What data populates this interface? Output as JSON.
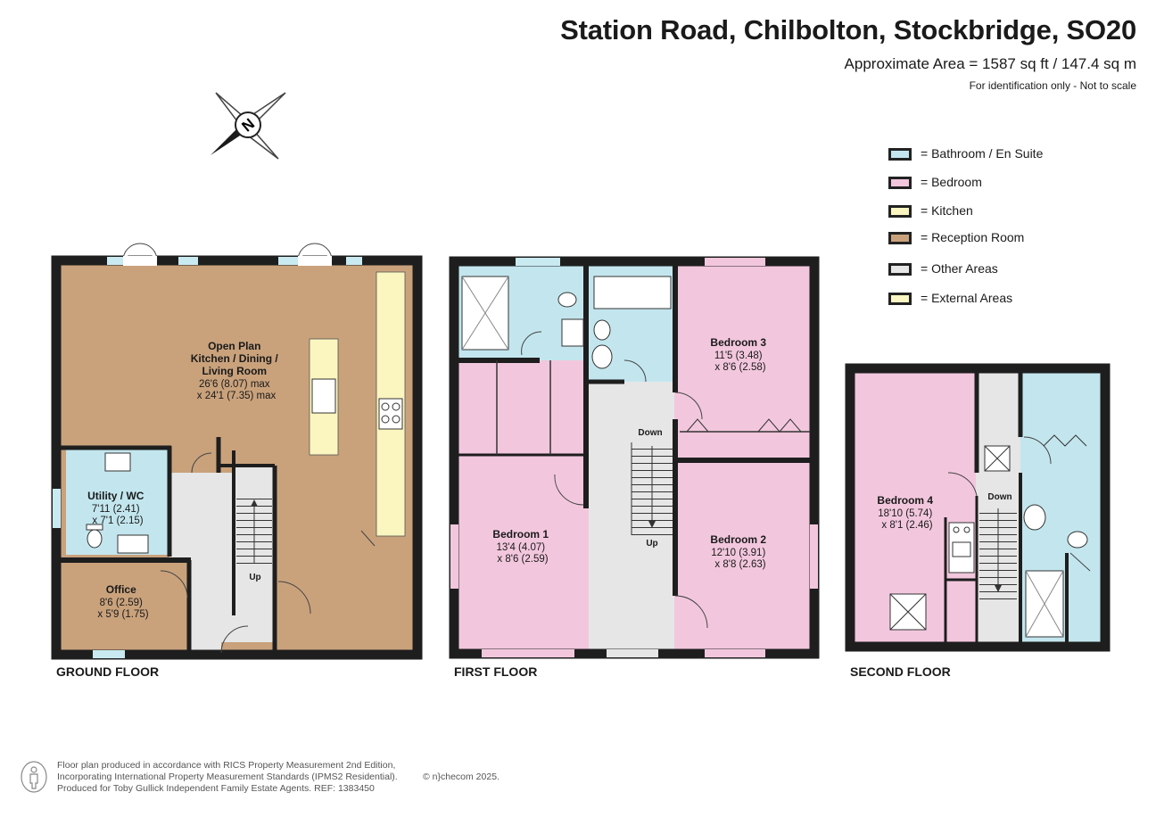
{
  "header": {
    "title": "Station Road, Chilbolton, Stockbridge, SO20",
    "area": "Approximate Area = 1587 sq ft / 147.4 sq m",
    "note": "For identification only - Not to scale"
  },
  "compass": {
    "label": "N"
  },
  "legend": [
    {
      "label": "= Bathroom / En Suite",
      "color": "#c3e6ee"
    },
    {
      "label": "= Bedroom",
      "color": "#f2c7dd"
    },
    {
      "label": "= Kitchen",
      "color": "#fbf6bf"
    },
    {
      "label": "= Reception Room",
      "color": "#c9a27c"
    },
    {
      "label": "= Other Areas",
      "color": "#e6e6e6"
    },
    {
      "label": "= External Areas",
      "color": "#fdf7c4"
    }
  ],
  "colors": {
    "wall": "#1e1e1e",
    "bathroom": "#c3e6ee",
    "bedroom": "#f2c7dd",
    "kitchen": "#fbf6bf",
    "reception": "#c9a27c",
    "other": "#e6e6e6",
    "window": "#c8eaf0"
  },
  "floors": {
    "ground": {
      "label": "GROUND FLOOR",
      "rooms": {
        "open_plan": {
          "name": [
            "Open Plan",
            "Kitchen / Dining /",
            "Living Room"
          ],
          "dims": [
            "26'6 (8.07) max",
            "x 24'1 (7.35) max"
          ]
        },
        "utility": {
          "name": [
            "Utility / WC"
          ],
          "dims": [
            "7'11 (2.41)",
            "x 7'1 (2.15)"
          ]
        },
        "office": {
          "name": [
            "Office"
          ],
          "dims": [
            "8'6 (2.59)",
            "x 5'9 (1.75)"
          ]
        }
      },
      "stairs": "Up"
    },
    "first": {
      "label": "FIRST FLOOR",
      "rooms": {
        "bedroom1": {
          "name": [
            "Bedroom 1"
          ],
          "dims": [
            "13'4 (4.07)",
            "x 8'6 (2.59)"
          ]
        },
        "bedroom2": {
          "name": [
            "Bedroom 2"
          ],
          "dims": [
            "12'10 (3.91)",
            "x 8'8 (2.63)"
          ]
        },
        "bedroom3": {
          "name": [
            "Bedroom 3"
          ],
          "dims": [
            "11'5 (3.48)",
            "x 8'6 (2.58)"
          ]
        }
      },
      "stairs_down": "Down",
      "stairs_up": "Up"
    },
    "second": {
      "label": "SECOND FLOOR",
      "rooms": {
        "bedroom4": {
          "name": [
            "Bedroom 4"
          ],
          "dims": [
            "18'10 (5.74)",
            "x 8'1 (2.46)"
          ]
        }
      },
      "stairs_down": "Down"
    }
  },
  "footer": {
    "lines": [
      "Floor plan produced in accordance with RICS Property Measurement 2nd Edition,",
      "Incorporating International Property Measurement Standards (IPMS2 Residential).",
      "Produced for Toby Gullick Independent Family Estate Agents.   REF:  1383450"
    ],
    "copyright": "© n}checom 2025."
  }
}
